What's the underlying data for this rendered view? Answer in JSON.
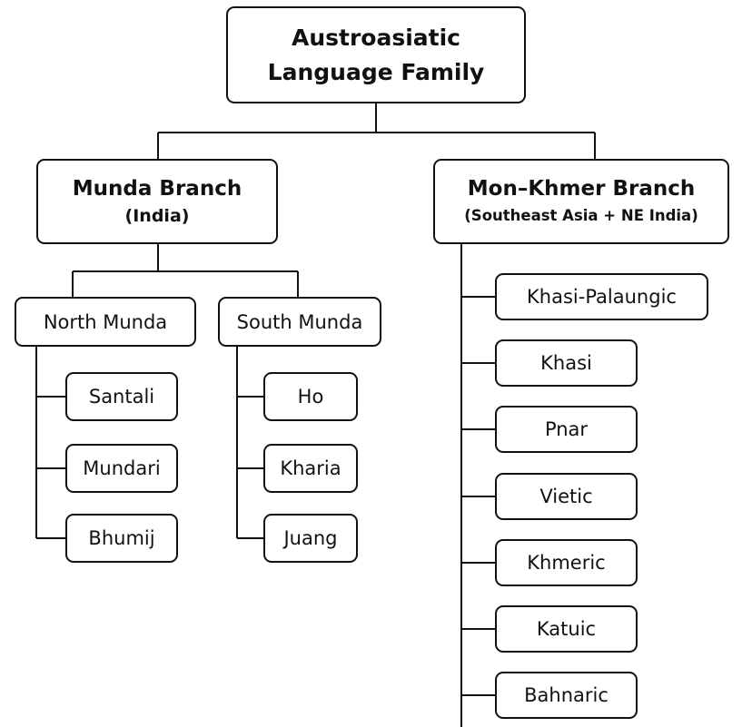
{
  "root": {
    "line1": "Austroasiatic",
    "line2": "Language Family"
  },
  "munda": {
    "title": "Munda Branch",
    "subtitle": "(India)",
    "north": {
      "label": "North Munda",
      "languages": [
        "Santali",
        "Mundari",
        "Bhumij"
      ]
    },
    "south": {
      "label": "South Munda",
      "languages": [
        "Ho",
        "Kharia",
        "Juang"
      ]
    }
  },
  "monkhmer": {
    "title": "Mon–Khmer Branch",
    "subtitle": "(Southeast Asia + NE India)",
    "languages": [
      "Khasi-Palaungic",
      "Khasi",
      "Pnar",
      "Vietic",
      "Khmeric",
      "Katuic",
      "Bahnaric"
    ]
  }
}
